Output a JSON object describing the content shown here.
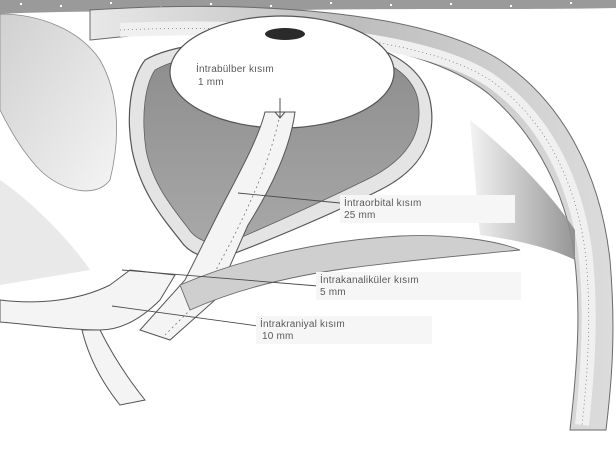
{
  "diagram": {
    "labels": [
      {
        "id": "intrabulbar",
        "line1": "İntrabülber kısım",
        "line2": "1 mm"
      },
      {
        "id": "intraorbital",
        "line1": "İntraorbital kısım",
        "line2": "25 mm"
      },
      {
        "id": "intrakanaliküler",
        "line1": "İntrakanaliküler kısım",
        "line2": "5 mm"
      },
      {
        "id": "intrakraniyal",
        "line1": "İntrakraniyal kısım",
        "line2": "10 mm"
      }
    ],
    "colors": {
      "background": "#ffffff",
      "orbit_fat": "#9a9a9a",
      "bone": "#c8c8c8",
      "nerve": "#f4f4f4",
      "outline": "#505050"
    }
  }
}
